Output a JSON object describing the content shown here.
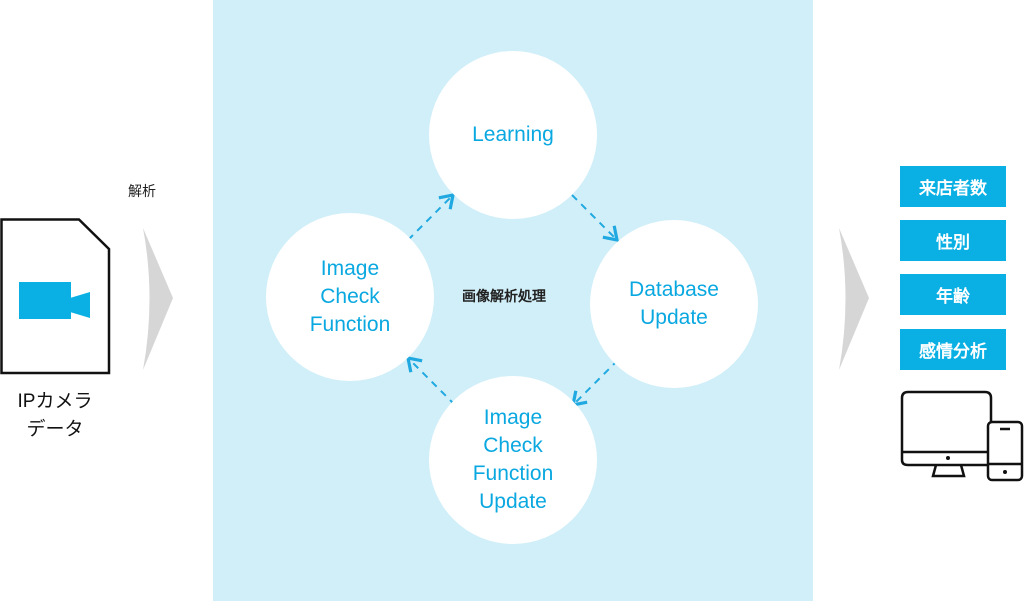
{
  "source": {
    "label": "IPカメラ\nデータ",
    "icon": "video-camera-icon"
  },
  "arrow_label": "解析",
  "process": {
    "center_label": "画像解析処理",
    "nodes": [
      {
        "id": "learning",
        "label": "Learning"
      },
      {
        "id": "database-update",
        "label": "Database\nUpdate"
      },
      {
        "id": "image-check-function-update",
        "label": "Image\nCheck\nFunction\nUpdate"
      },
      {
        "id": "image-check-function",
        "label": "Image\nCheck\nFunction"
      }
    ]
  },
  "outputs": [
    "来店者数",
    "性別",
    "年齢",
    "感情分析"
  ],
  "device_icon": "desktop-and-phone-icon",
  "colors": {
    "accent": "#0aa8e0",
    "panel": "#d1eff9",
    "chevron": "#d6d6d6"
  }
}
